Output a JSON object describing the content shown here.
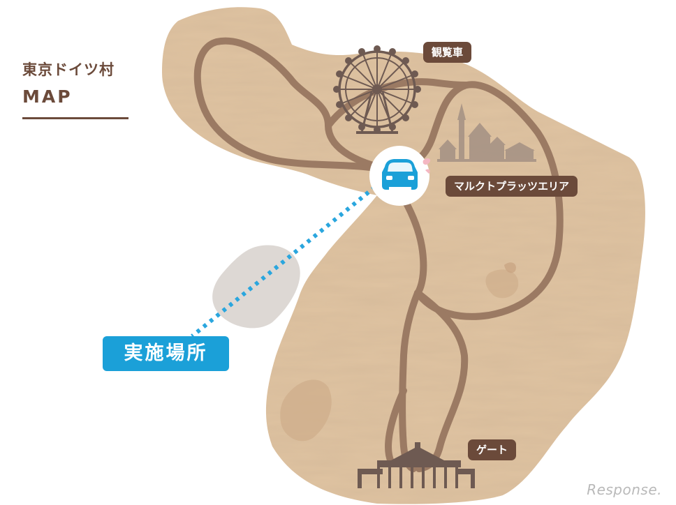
{
  "header": {
    "title": "東京ドイツ村",
    "subtitle": "MAP"
  },
  "labels": {
    "ferris_wheel": "観覧車",
    "market_area": "マルクトプラッツエリア",
    "gate": "ゲート",
    "venue": "実施場所"
  },
  "watermark": "Response.",
  "colors": {
    "land": "#dfc3a1",
    "road": "#9b7a63",
    "label_bg": "#6b4a3a",
    "venue_bg": "#1ba0d8",
    "dotted_line": "#2aa6de"
  },
  "icons": {
    "car_marker": "car-icon",
    "ferris_wheel": "ferris-wheel-icon",
    "castle": "castle-icon",
    "gate_building": "gate-building-icon"
  }
}
